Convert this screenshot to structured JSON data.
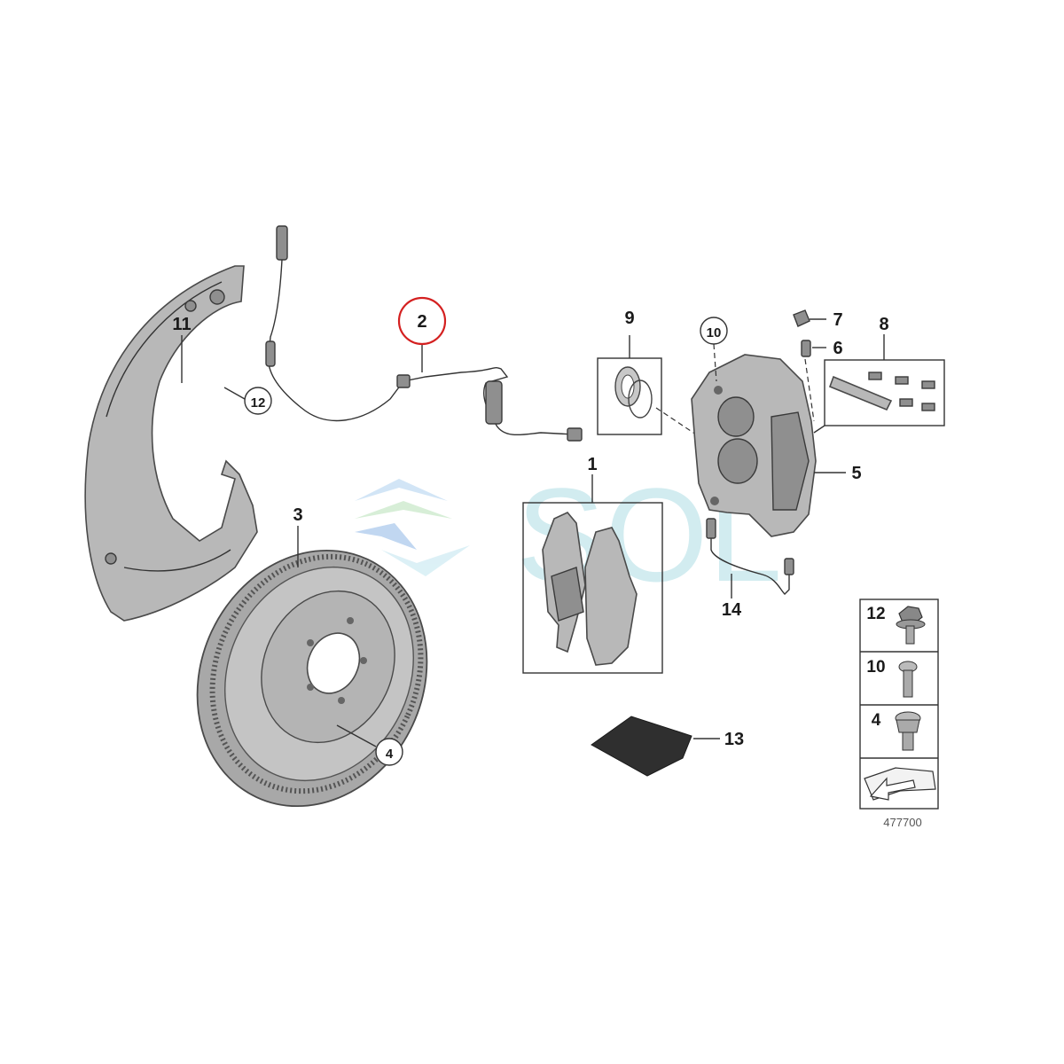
{
  "callouts": {
    "c1": "1",
    "c2": "2",
    "c3": "3",
    "c4": "4",
    "c5": "5",
    "c6": "6",
    "c7": "7",
    "c8": "8",
    "c9": "9",
    "c10": "10",
    "c11": "11",
    "c12": "12",
    "c13": "13",
    "c14": "14"
  },
  "legend": [
    {
      "label": "12",
      "icon": "flange-bolt-icon"
    },
    {
      "label": "10",
      "icon": "bolt-icon"
    },
    {
      "label": "4",
      "icon": "screw-icon"
    },
    {
      "label": "",
      "icon": "direction-arrow-icon"
    }
  ],
  "diagram_number": "477700",
  "watermark": "SOL",
  "colors": {
    "highlight_circle": "#d42020",
    "part_fill": "#b8b8b8",
    "watermark_blue": "#4f8fd8",
    "watermark_green": "#79c47a"
  }
}
